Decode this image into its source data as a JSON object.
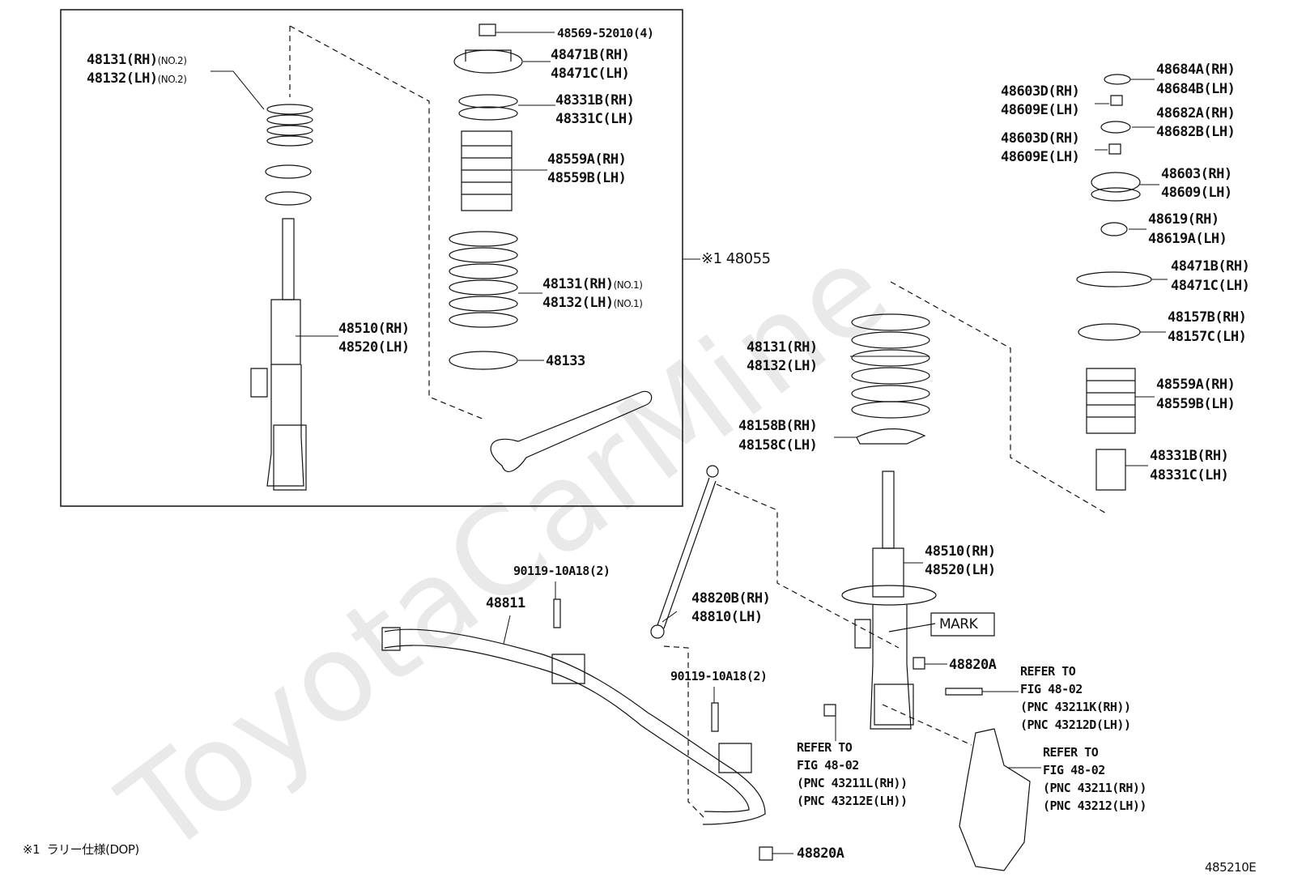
{
  "watermark": "ToyotaCarMine",
  "kit_label": "※1 48055",
  "labels": {
    "l48131_no2_rh": "48131(RH)",
    "l48132_no2_lh": "48132(LH)",
    "no2": "(NO.2)",
    "l48569": "48569-52010(4)",
    "l48471b": "48471B(RH)",
    "l48471c": "48471C(LH)",
    "l48331b": "48331B(RH)",
    "l48331c": "48331C(LH)",
    "l48559a": "48559A(RH)",
    "l48559b": "48559B(LH)",
    "l48131_no1_rh": "48131(RH)",
    "l48132_no1_lh": "48132(LH)",
    "no1": "(NO.1)",
    "l48510": "48510(RH)",
    "l48520": "48520(LH)",
    "l48133": "48133",
    "r48684a": "48684A(RH)",
    "r48684b": "48684B(LH)",
    "r48603d_1": "48603D(RH)",
    "r48609e_1": "48609E(LH)",
    "r48682a": "48682A(RH)",
    "r48682b": "48682B(LH)",
    "r48603d_2": "48603D(RH)",
    "r48609e_2": "48609E(LH)",
    "r48603": "48603(RH)",
    "r48609": "48609(LH)",
    "r48619": "48619(RH)",
    "r48619a": "48619A(LH)",
    "r48471b": "48471B(RH)",
    "r48471c": "48471C(LH)",
    "r48157b": "48157B(RH)",
    "r48157c": "48157C(LH)",
    "r48559a": "48559A(RH)",
    "r48559b": "48559B(LH)",
    "r48331b": "48331B(RH)",
    "r48331c": "48331C(LH)",
    "m48131": "48131(RH)",
    "m48132": "48132(LH)",
    "m48158b": "48158B(RH)",
    "m48158c": "48158C(LH)",
    "m48510": "48510(RH)",
    "m48520": "48520(LH)",
    "mark": "MARK",
    "m48820a": "48820A",
    "b90119_1": "90119-10A18(2)",
    "b48811": "48811",
    "b48820b": "48820B(RH)",
    "b48810": "48810(LH)",
    "b90119_2": "90119-10A18(2)",
    "b48820a": "48820A",
    "ref1_l1": "REFER TO",
    "ref1_l2": "FIG 48-02",
    "ref1_l3": "(PNC 43211K(RH))",
    "ref1_l4": "(PNC 43212D(LH))",
    "ref2_l1": "REFER TO",
    "ref2_l2": "FIG 48-02",
    "ref2_l3": "(PNC 43211L(RH))",
    "ref2_l4": "(PNC 43212E(LH))",
    "ref3_l1": "REFER TO",
    "ref3_l2": "FIG 48-02",
    "ref3_l3": "(PNC 43211(RH))",
    "ref3_l4": "(PNC 43212(LH))"
  },
  "footnote": "※1  ラリー仕様(DOP)",
  "figure_id": "485210E"
}
